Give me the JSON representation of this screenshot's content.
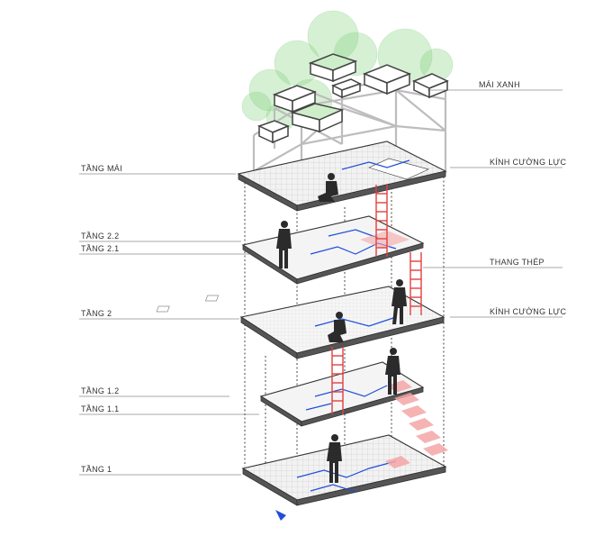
{
  "labels": {
    "mai_xanh": "MÁI XANH",
    "tang_mai": "TẦNG MÁI",
    "kinh_cuong_luc_1": "KÍNH CƯỜNG LỰC",
    "tang_2_2": "TẦNG 2.2",
    "tang_2_1": "TẦNG 2.1",
    "thang_thep": "THANG THÉP",
    "tang_2": "TẦNG 2",
    "kinh_cuong_luc_2": "KÍNH CƯỜNG LỰC",
    "tang_1_2": "TẦNG 1.2",
    "tang_1_1": "TẦNG 1.1",
    "tang_1": "TẦNG 1"
  },
  "colors": {
    "greenery": "#7fd07a",
    "greenery_light": "#cdeec9",
    "glass_stair": "#e0413f",
    "pipe": "#1f4fd8",
    "accent_marker": "#1f4fd8",
    "pink_steps": "#f3a6a6",
    "slab_gray": "#eeeeee",
    "line": "#333333"
  }
}
